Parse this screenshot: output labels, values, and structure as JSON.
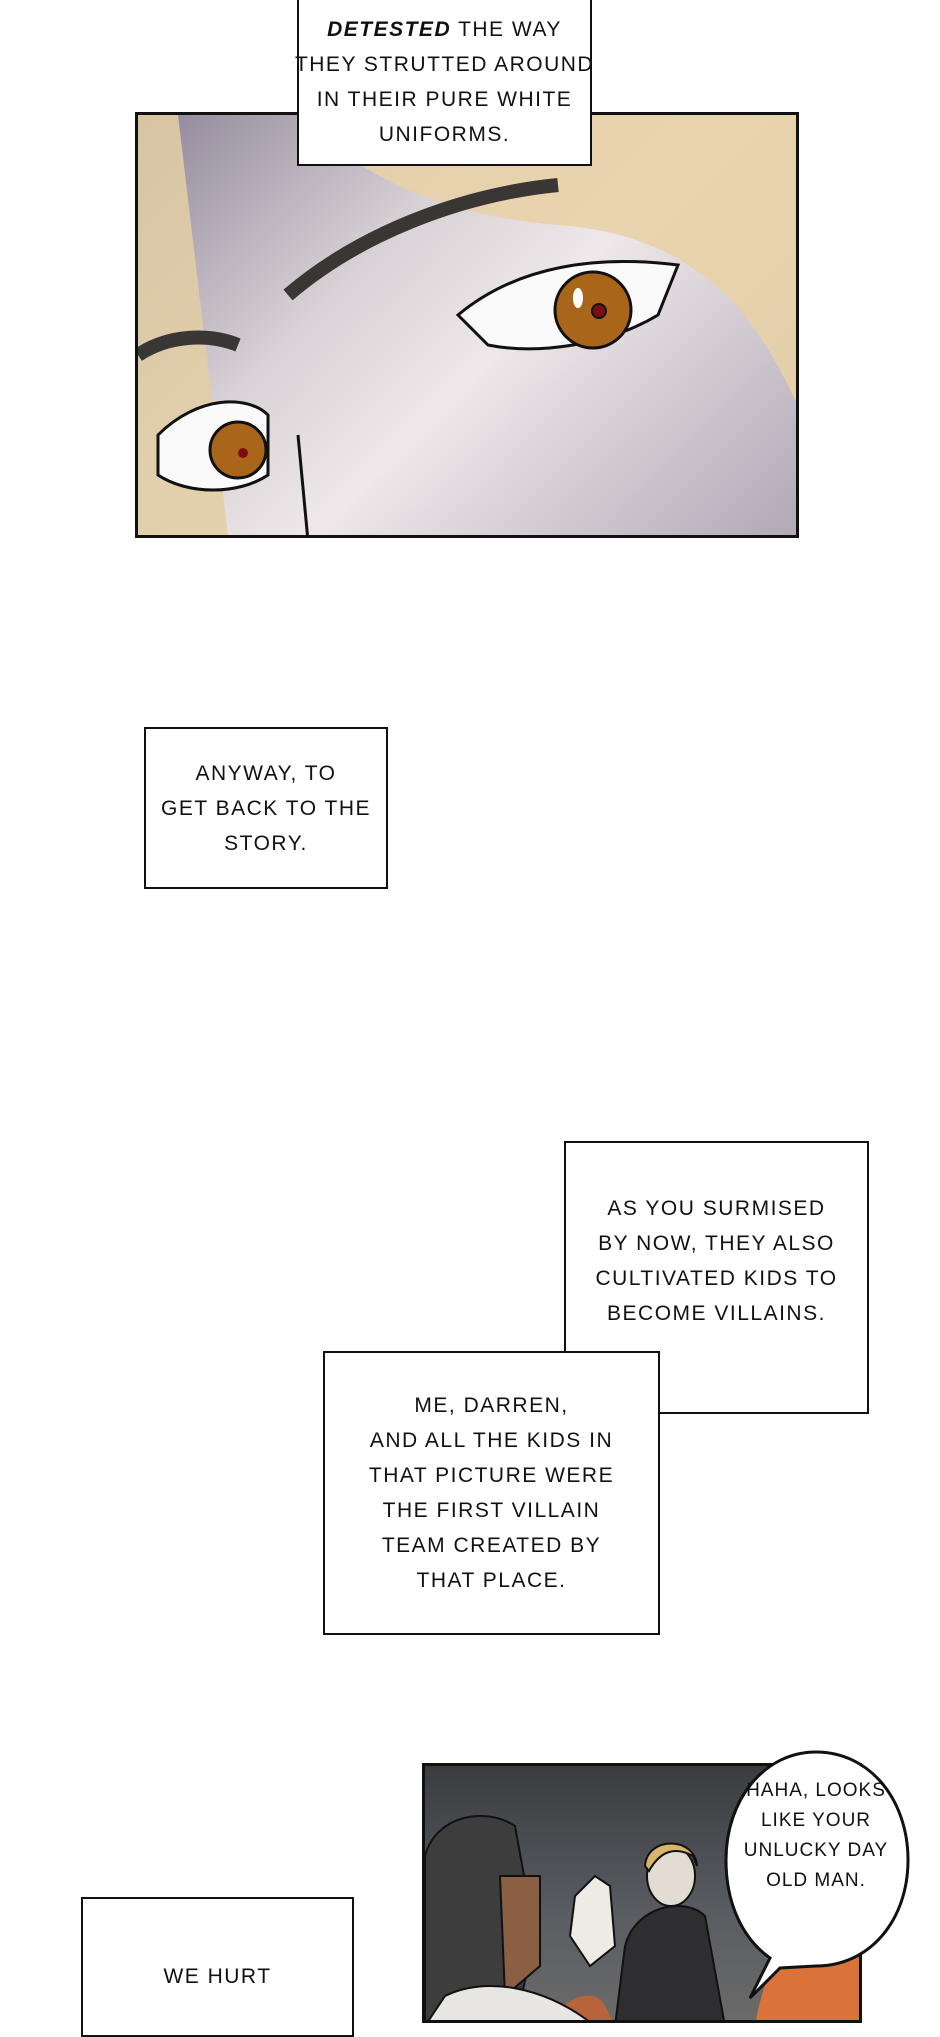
{
  "captions": {
    "c1": {
      "emphasis": "DETESTED",
      "lines": [
        " THE WAY",
        "THEY STRUTTED AROUND",
        "IN THEIR PURE WHITE",
        "UNIFORMS."
      ]
    },
    "c2": {
      "lines": [
        "ANYWAY, TO",
        "GET BACK TO THE",
        "STORY."
      ]
    },
    "c3": {
      "lines": [
        "AS YOU SURMISED",
        "BY NOW, THEY ALSO",
        "CULTIVATED KIDS TO",
        "BECOME VILLAINS."
      ]
    },
    "c4": {
      "lines": [
        "ME, DARREN,",
        "AND ALL THE KIDS IN",
        "THAT PICTURE WERE",
        "THE FIRST VILLAIN",
        "TEAM CREATED BY",
        "THAT PLACE."
      ]
    },
    "c5": {
      "lines": [
        "WE HURT"
      ]
    }
  },
  "bubble": {
    "lines": [
      "HAHA, LOOKS",
      "LIKE YOUR",
      "UNLUCKY DAY",
      "OLD MAN."
    ]
  }
}
